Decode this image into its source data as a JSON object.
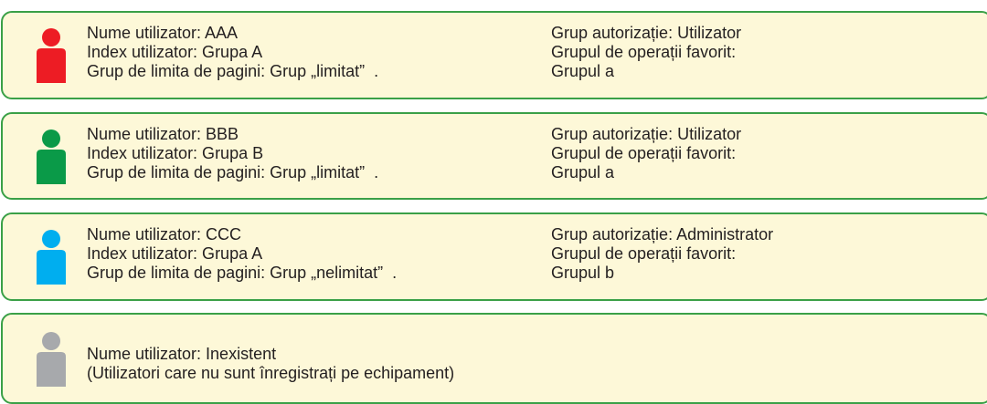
{
  "users": [
    {
      "color": "#ed1c24",
      "left": [
        "Nume utilizator: AAA",
        "Index utilizator: Grupa A",
        "Grup de limita de pagini: Grup „limitat”  ."
      ],
      "right": [
        "Grup autorizație: Utilizator",
        "Grupul de operații favorit:",
        "Grupul a"
      ]
    },
    {
      "color": "#0a9a48",
      "left": [
        "Nume utilizator: BBB",
        "Index utilizator: Grupa B",
        "Grup de limita de pagini: Grup „limitat”  ."
      ],
      "right": [
        "Grup autorizație: Utilizator",
        "Grupul de operații favorit:",
        "Grupul a"
      ]
    },
    {
      "color": "#00aeef",
      "left": [
        "Nume utilizator: CCC",
        "Index utilizator: Grupa A",
        "Grup de limita de pagini: Grup „nelimitat”  ."
      ],
      "right": [
        "Grup autorizație: Administrator",
        "Grupul de operații favorit:",
        "Grupul b"
      ]
    },
    {
      "color": "#a7a9ac",
      "left": [
        "Nume utilizator: Inexistent",
        "(Utilizatori care nu sunt înregistrați pe echipament)"
      ],
      "right": []
    }
  ]
}
